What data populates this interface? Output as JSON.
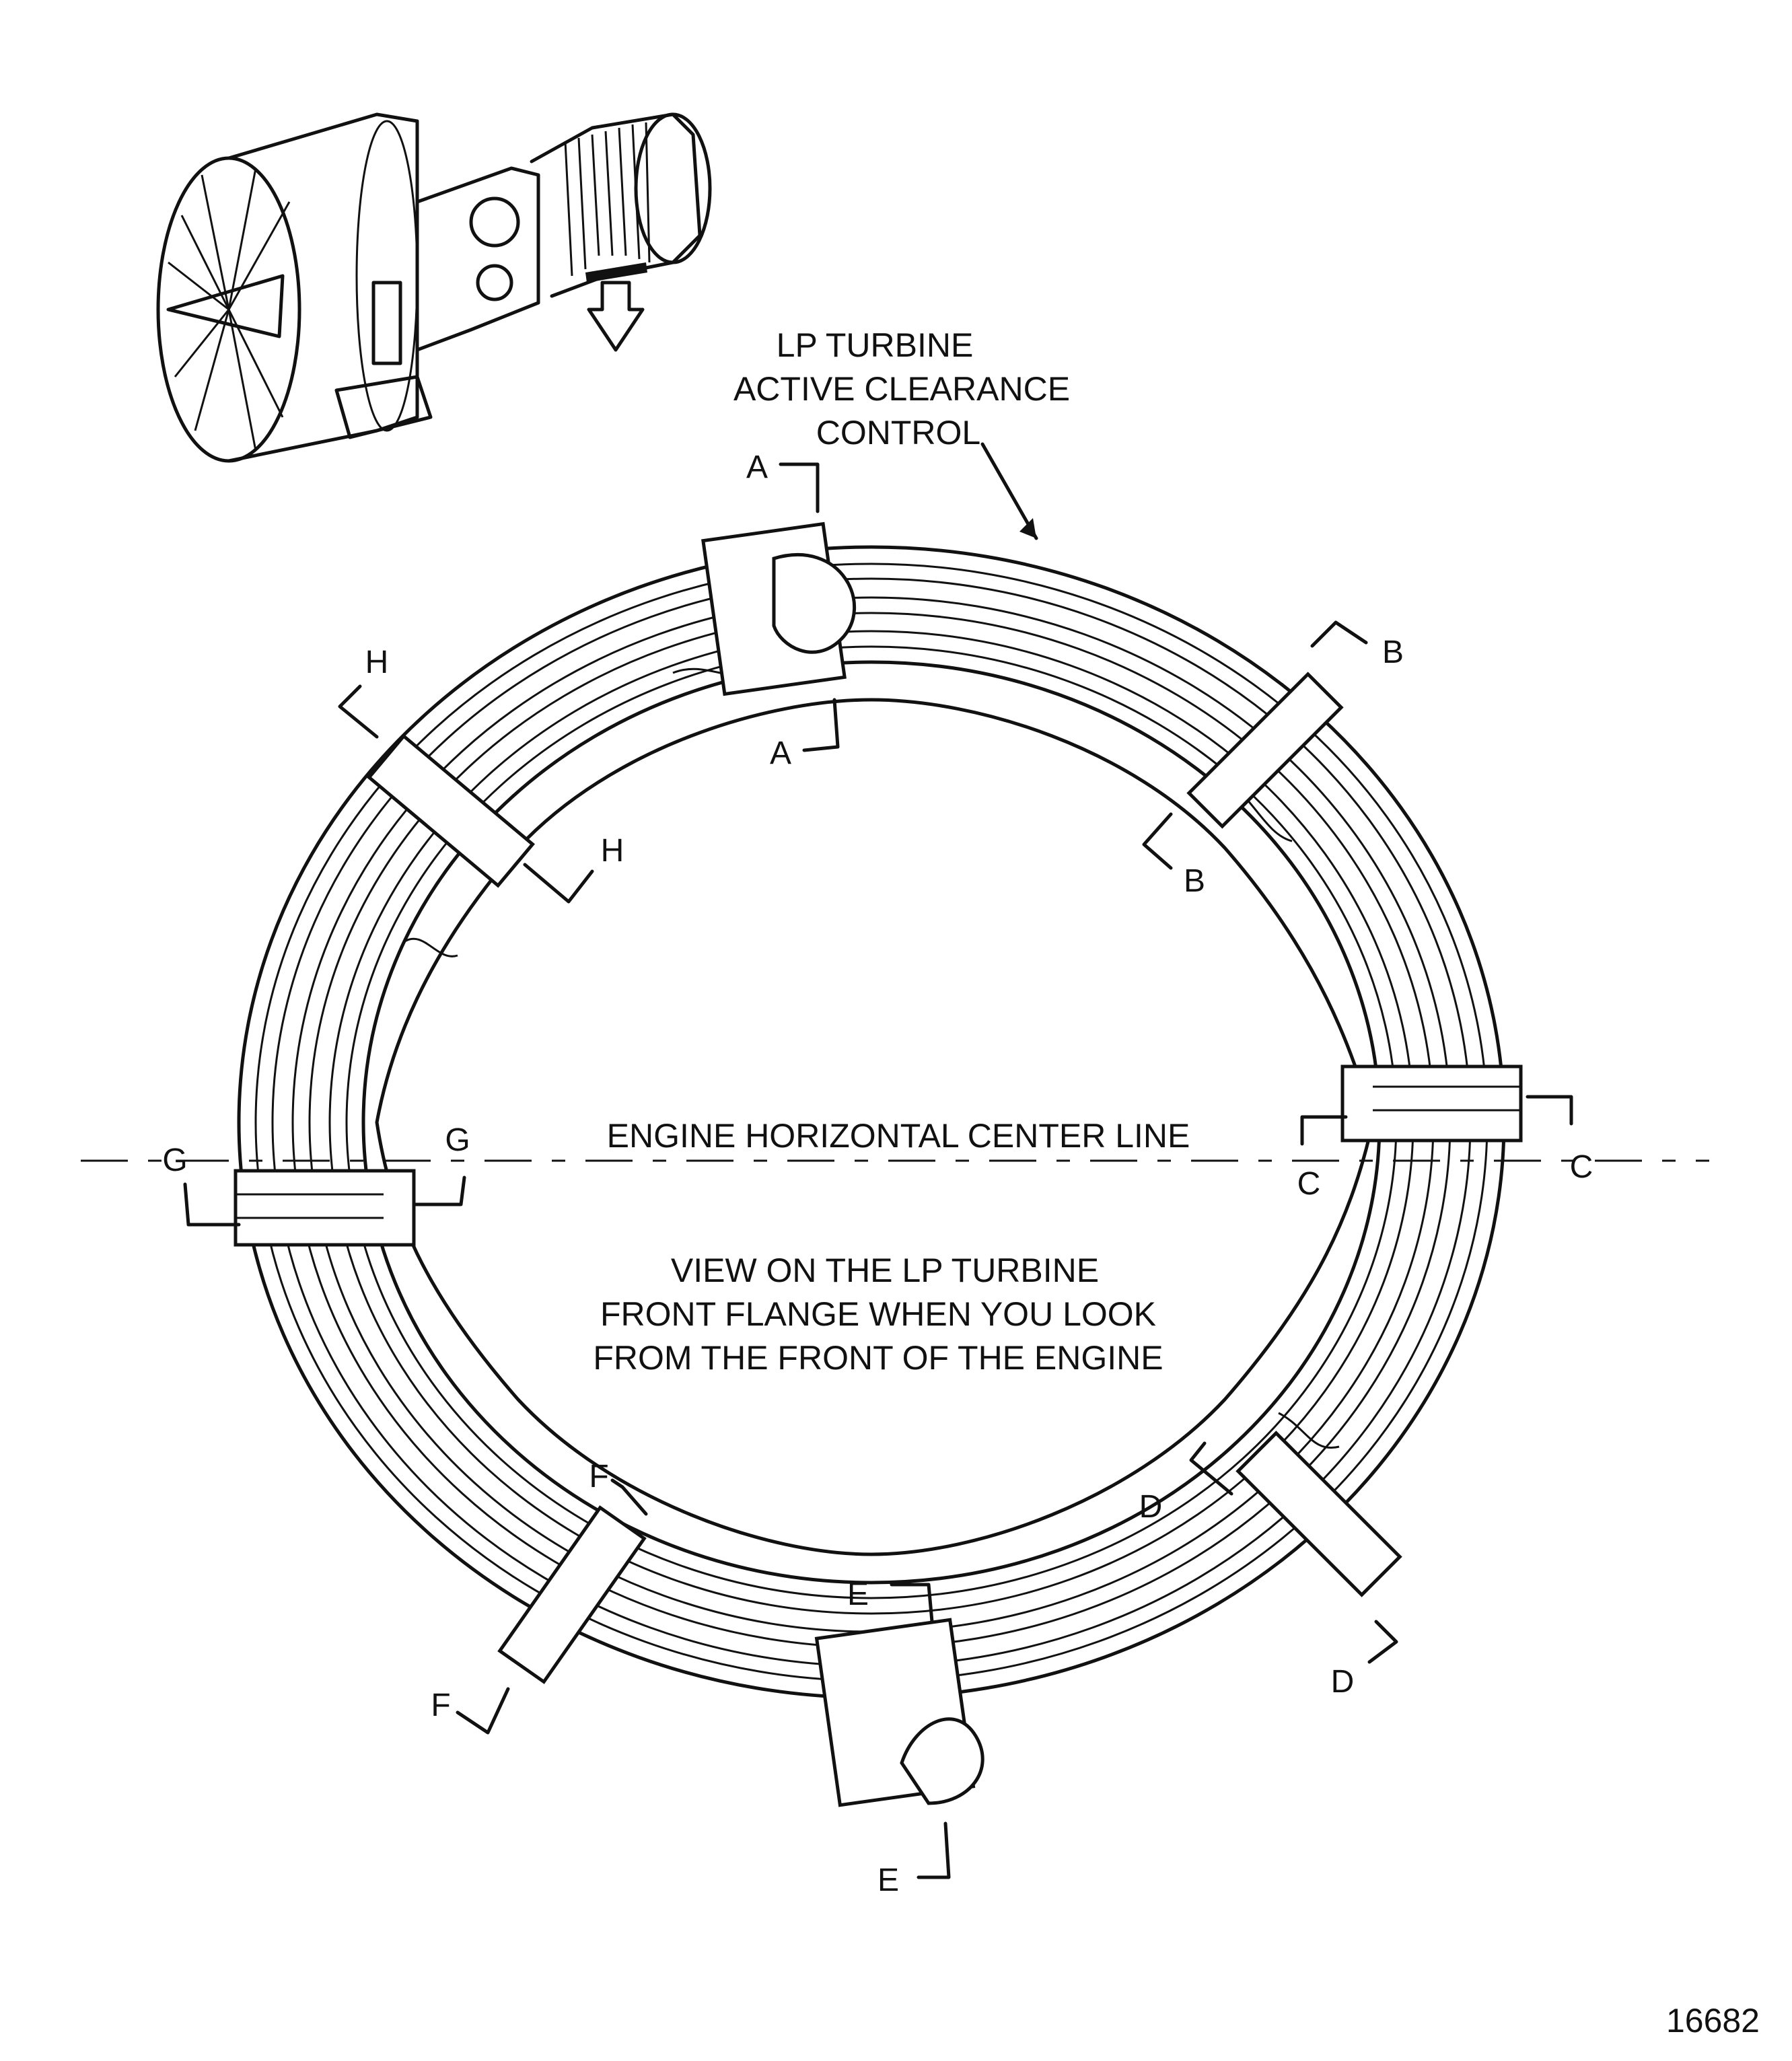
{
  "title_lines": [
    "LP TURBINE",
    "ACTIVE CLEARANCE",
    "CONTROL"
  ],
  "centerline_label": "ENGINE HORIZONTAL CENTER LINE",
  "view_note_lines": [
    "VIEW ON THE LP TURBINE",
    "FRONT FLANGE WHEN YOU LOOK",
    "FROM THE FRONT OF THE ENGINE"
  ],
  "figure_number": "16682",
  "section_labels": {
    "a_top": "A",
    "a_bottom": "A",
    "b_top": "B",
    "b_bottom": "B",
    "c_inner": "C",
    "c_outer": "C",
    "d_top": "D",
    "d_bottom": "D",
    "e_top": "E",
    "e_bottom": "E",
    "f_top": "F",
    "f_bottom": "F",
    "g_outer": "G",
    "g_inner": "G",
    "h_top": "H",
    "h_bottom": "H"
  },
  "icons": {
    "engine": "turbofan-engine-icon",
    "arrow": "location-arrow-icon"
  }
}
